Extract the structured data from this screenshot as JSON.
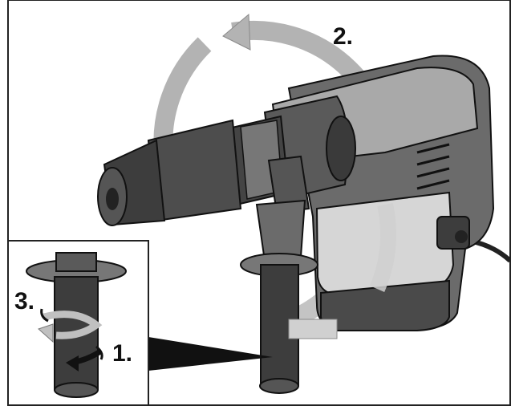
{
  "steps": [
    {
      "label": "1."
    },
    {
      "label": "2."
    },
    {
      "label": "3."
    }
  ],
  "colors": {
    "drill_dark": "#3d3d3d",
    "drill_mid": "#6b6b6b",
    "drill_light": "#a9a9a9",
    "drill_pale": "#d6d6d6",
    "arrow_fill": "#b3b3b3",
    "arrow_stroke": "#8a8a8a",
    "outline": "#111111",
    "frame": "#222222",
    "background": "#ffffff"
  },
  "icons": [
    "rotate-arrow-icon",
    "twist-arrow-icon",
    "drill-illustration",
    "handle-closeup-inset"
  ]
}
